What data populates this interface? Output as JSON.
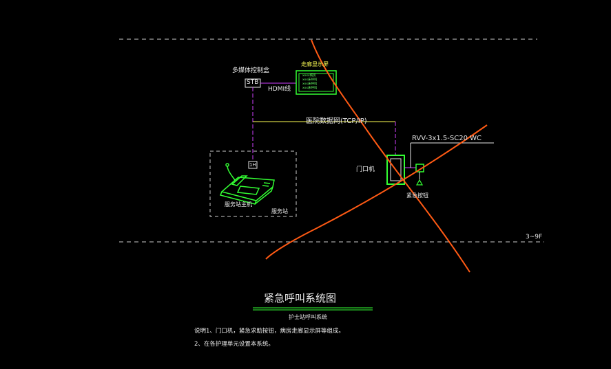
{
  "diagram": {
    "labels": {
      "top_left_device": "多媒体控制盒",
      "display_title": "走廊显示屏",
      "stb": "STB",
      "hdmi": "HDMI线",
      "network": "医院数据网(TCP/IP)",
      "host_code": "1H",
      "service_host": "服务站主机",
      "service_station": "服务站",
      "door_unit": "门口机",
      "cable_spec": "RVV-3x1.5-SC20 WC",
      "emergency_button": "紧急按钮",
      "floor": "3~9F"
    },
    "display_lines": [
      "xxxx病房",
      "xxx床呼叫",
      "xxx床呼叫",
      "xxx床呼叫"
    ],
    "title": "紧急呼叫系统图",
    "subtitle": "护士站呼叫系统",
    "notes": [
      "说明1、门口机，紧急求助按钮，病房走廊显示屏等组成。",
      "2、在各护理单元设置本系统。"
    ],
    "colors": {
      "background": "#000000",
      "magenta": "#d040ff",
      "yellow": "#ffff55",
      "green": "#33ff33",
      "orange": "#ff5a14",
      "white": "#e8e8e8",
      "dash": "#cccccc"
    }
  }
}
